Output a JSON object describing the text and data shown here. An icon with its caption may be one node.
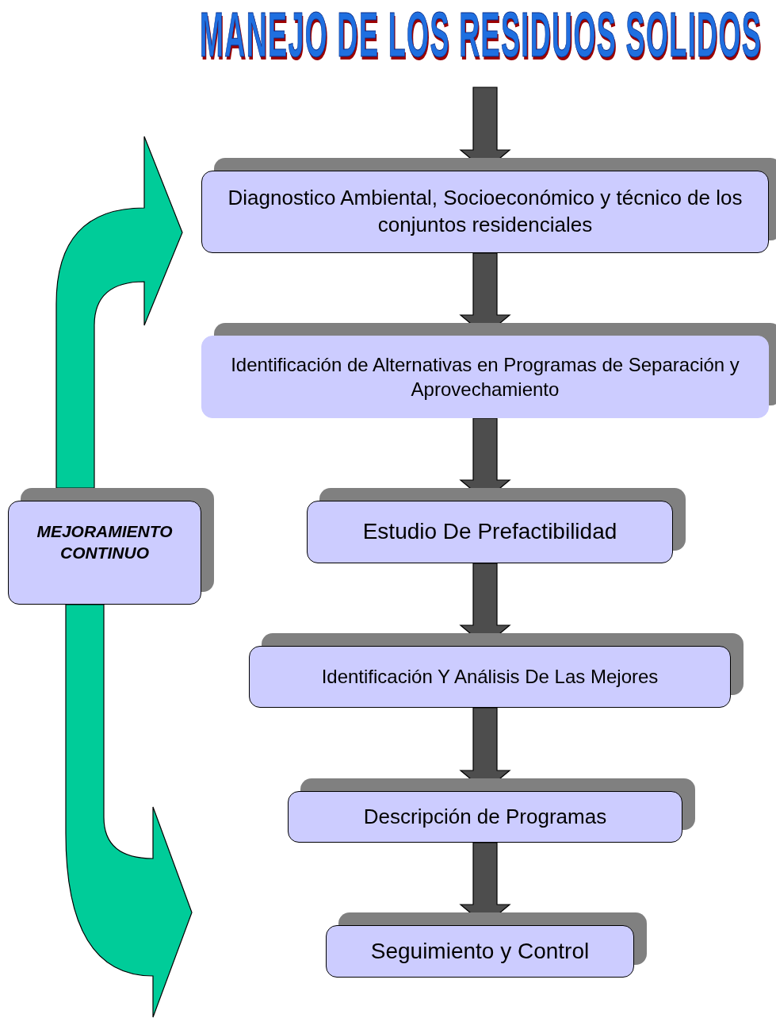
{
  "diagram": {
    "title": "MANEJO DE LOS RESIDUOS SOLIDOS",
    "nodes": [
      {
        "text": [
          "Diagnostico Ambiental, Socioeconómico y técnico de los conjuntos residenciales"
        ]
      },
      {
        "text": [
          "Identificación de Alternativas  en Programas de Separación  y Aprovechamiento"
        ]
      },
      {
        "text": [
          "Estudio De Prefactibilidad"
        ]
      },
      {
        "text": [
          "Identificación Y Análisis De Las Mejores"
        ]
      },
      {
        "text": [
          "Descripción de Programas"
        ]
      },
      {
        "text": [
          "Seguimiento y Control"
        ]
      },
      {
        "text": [
          "MEJORAMIENTO CONTINUO"
        ]
      }
    ],
    "edges": [
      {
        "from": null,
        "to": 0,
        "arrow": "to"
      },
      {
        "from": 0,
        "to": 1,
        "arrow": "to"
      },
      {
        "from": 1,
        "to": 2,
        "arrow": "to"
      },
      {
        "from": 2,
        "to": 3,
        "arrow": "to"
      },
      {
        "from": 3,
        "to": 4,
        "arrow": "to"
      },
      {
        "from": 4,
        "to": 5,
        "arrow": "to"
      },
      {
        "from": 6,
        "to": 0,
        "arrow": "to",
        "color": "#00cc99"
      },
      {
        "from": 6,
        "to": null,
        "arrow": "to",
        "color": "#00cc99"
      }
    ]
  }
}
